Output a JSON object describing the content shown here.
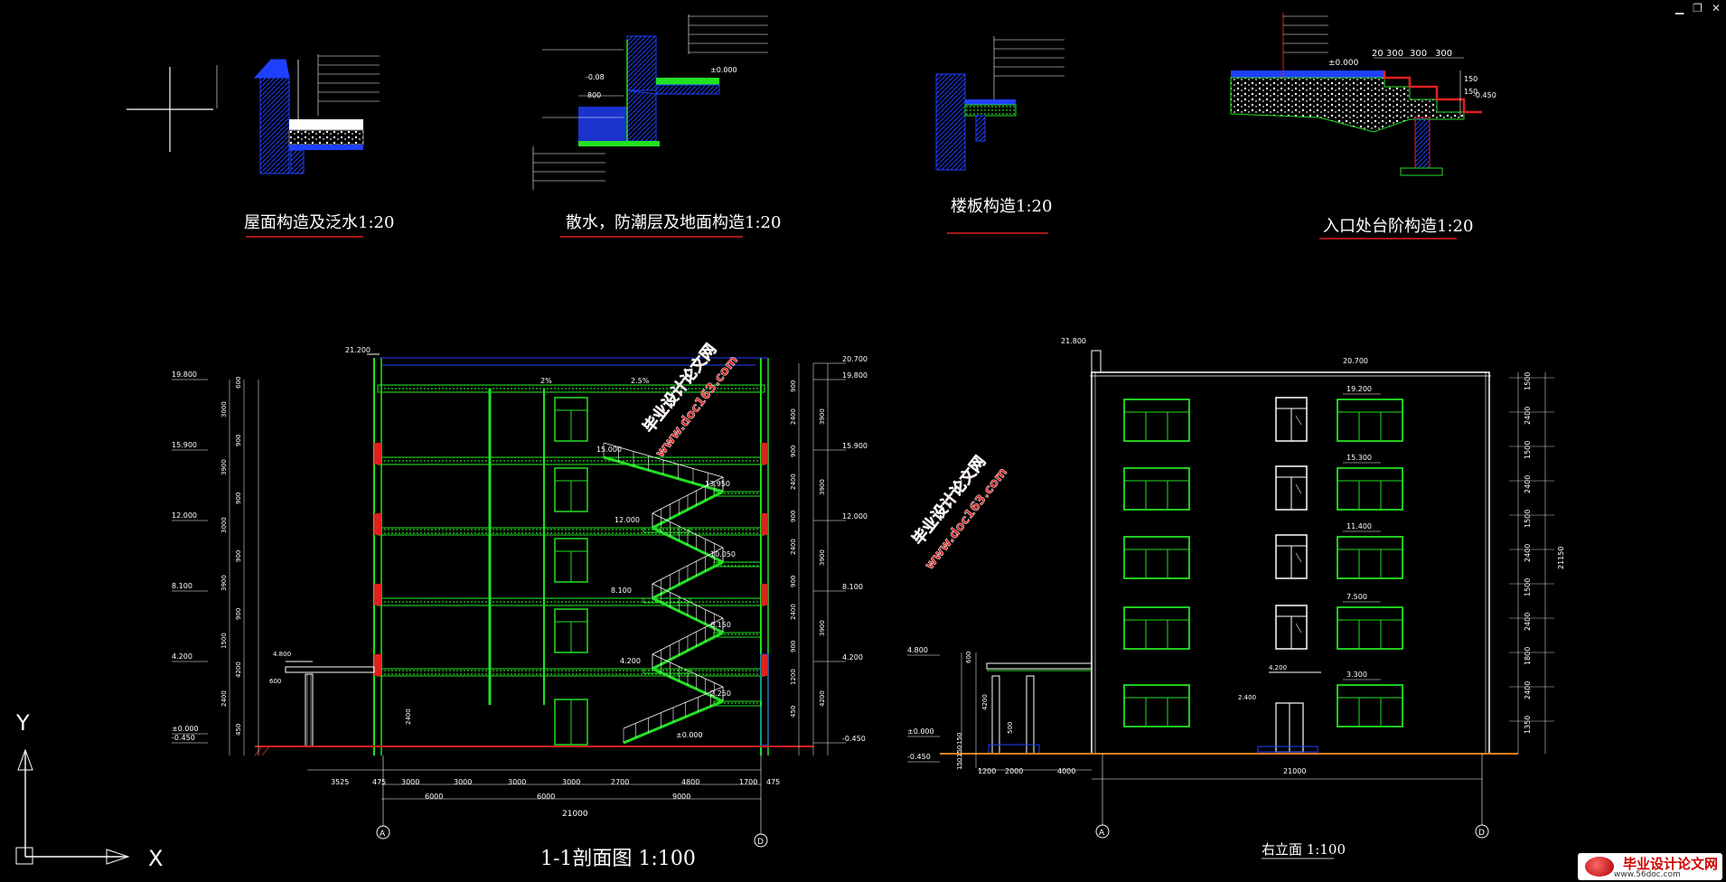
{
  "window": {
    "minimize": "▁",
    "restore": "❐",
    "close": "✕"
  },
  "colors": {
    "background": "#000000",
    "green": "#22e022",
    "blue": "#2040ff",
    "white": "#ffffff",
    "red": "#e02020",
    "cyan": "#00c8c8",
    "magenta": "#d030d0",
    "yellow": "#e0e000"
  },
  "details": {
    "roof": {
      "title": "屋面构造及泛水1:20"
    },
    "apron": {
      "title": "散水，防潮层及地面构造1:20",
      "lv1": "-0.08",
      "lv2": "±0.000",
      "dim": "800"
    },
    "floor": {
      "title": "楼板构造1:20"
    },
    "steps": {
      "title": "入口处台阶构造1:20",
      "lv1": "±0.000",
      "lv2": "-0.450",
      "dims": [
        "20",
        "300",
        "300",
        "300"
      ],
      "v1": "150",
      "v2": "150"
    }
  },
  "section": {
    "title": "1-1剖面图 1:100",
    "top_level": "21.200",
    "right_levels": [
      "20.700",
      "19.800",
      "15.900",
      "12.000",
      "8.100",
      "4.200",
      "-0.450"
    ],
    "left_levels": [
      "19.800",
      "15.900",
      "12.000",
      "8.100",
      "4.200",
      "±0.000",
      "-0.450"
    ],
    "stair_levels": [
      "15.000",
      "13.950",
      "12.000",
      "10.050",
      "8.100",
      "6.150",
      "4.200",
      "2.250",
      "±0.000"
    ],
    "canopy_level": "4.800",
    "slopes": [
      "2%",
      "2.5%"
    ],
    "bottom_dims": [
      "3525",
      "475",
      "3000",
      "3000",
      "3000",
      "3000",
      "2700",
      "4800",
      "1700",
      "475"
    ],
    "mid_dims": [
      "6000",
      "6000",
      "9000"
    ],
    "total_dim": "21000",
    "left_dims": [
      "600",
      "3000",
      "900",
      "3900",
      "900",
      "3000",
      "900",
      "3900",
      "900",
      "1500",
      "4200",
      "2400",
      "450"
    ],
    "right_dims": [
      "900",
      "2400",
      "900",
      "2400",
      "900",
      "2400",
      "900",
      "2400",
      "900",
      "1200",
      "450"
    ],
    "side_dims": [
      "3900",
      "3900",
      "3900",
      "3900",
      "4200"
    ],
    "canopy_dim": "600",
    "door_dim": "2400",
    "axes": [
      "A",
      "D"
    ]
  },
  "elevation": {
    "title": "右立面 1:100",
    "top_level": "21.800",
    "parapet_level": "20.700",
    "levels": [
      "19.200",
      "15.300",
      "11.400",
      "7.500",
      "3.300"
    ],
    "entry_levels": [
      "4.200",
      "2.400"
    ],
    "left_levels": [
      "4.800",
      "±0.000",
      "-0.450"
    ],
    "right_dims": [
      "1500",
      "2400",
      "1500",
      "2400",
      "1500",
      "2400",
      "1500",
      "2400",
      "1800",
      "2400",
      "1350"
    ],
    "total_height": "21150",
    "bottom_dims": [
      "1200",
      "2000",
      "4000"
    ],
    "total_width": "21000",
    "left_dims": [
      "600",
      "4200",
      "500",
      "150",
      "150",
      "150"
    ],
    "axes": [
      "A",
      "D"
    ]
  },
  "ucs": {
    "x": "X",
    "y": "Y"
  },
  "watermark": {
    "text1": "毕业设计论文网",
    "text2": "www.doc163.com",
    "badge1": "毕业设计论文网",
    "badge2": "www.56doc.com"
  }
}
